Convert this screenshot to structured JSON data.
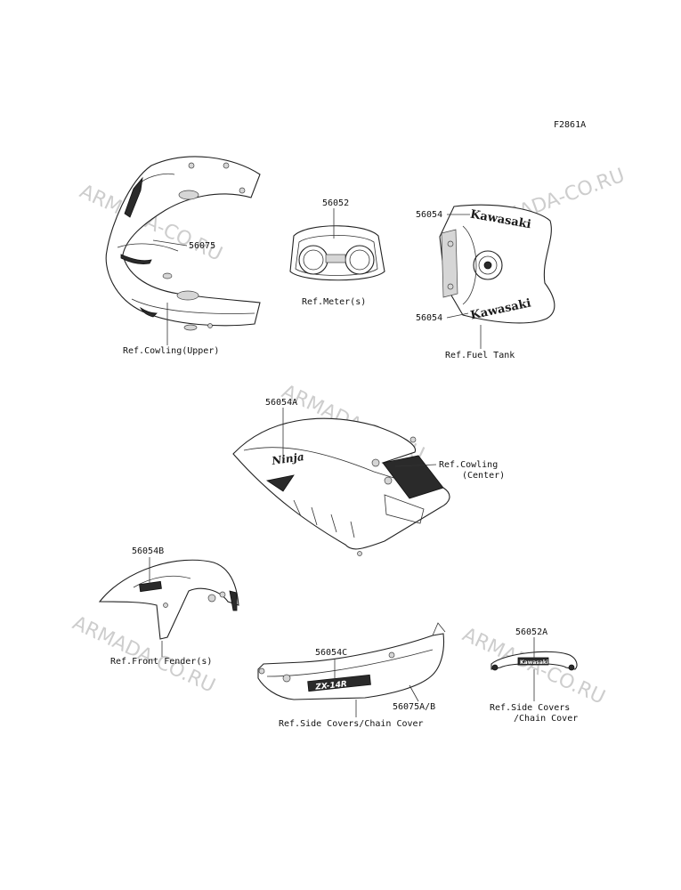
{
  "figure_code": "F2861A",
  "watermark": "ARMADA-CO.RU",
  "labels": {
    "cowl_part": "56075",
    "cowl_ref": "Ref.Cowling(Upper)",
    "meter_part": "56052",
    "meter_ref": "Ref.Meter(s)",
    "tank_part_top": "56054",
    "tank_part_bottom": "56054",
    "tank_ref": "Ref.Fuel Tank",
    "tank_decal_top": "Kawasaki",
    "tank_decal_bottom": "Kawasaki",
    "center_part": "56054A",
    "center_ref_line1": "Ref.Cowling",
    "center_ref_line2": "(Center)",
    "center_decal": "Ninja",
    "fender_part": "56054B",
    "fender_ref": "Ref.Front Fender(s)",
    "side_part_c": "56054C",
    "side_part_ab": "56075A/B",
    "side_ref": "Ref.Side Covers/Chain Cover",
    "side_decal": "ZX-14R",
    "chain_part": "56052A",
    "chain_ref_line1": "Ref.Side Covers",
    "chain_ref_line2": "/Chain Cover",
    "chain_decal": "Kawasaki"
  }
}
